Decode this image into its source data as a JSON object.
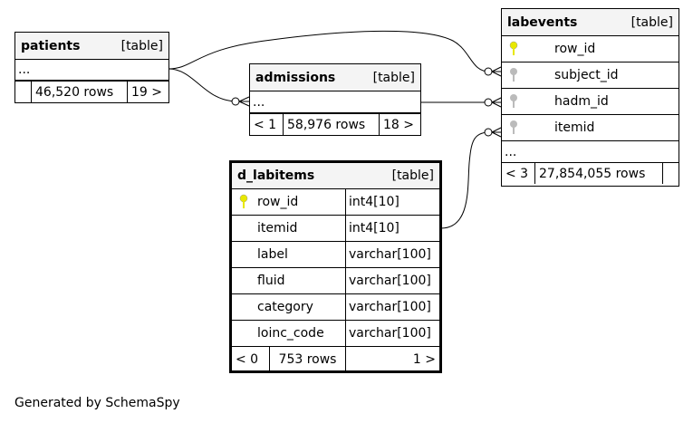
{
  "tables": {
    "patients": {
      "name": "patients",
      "kind": "[table]",
      "ellipsis": "...",
      "stats": {
        "left": "",
        "rows": "46,520 rows",
        "right": "19 >"
      }
    },
    "admissions": {
      "name": "admissions",
      "kind": "[table]",
      "ellipsis": "...",
      "stats": {
        "left": "< 1",
        "rows": "58,976 rows",
        "right": "18 >"
      }
    },
    "labevents": {
      "name": "labevents",
      "kind": "[table]",
      "columns": [
        {
          "name": "row_id",
          "key": "primary"
        },
        {
          "name": "subject_id",
          "key": "foreign"
        },
        {
          "name": "hadm_id",
          "key": "foreign"
        },
        {
          "name": "itemid",
          "key": "foreign"
        }
      ],
      "ellipsis": "...",
      "stats": {
        "left": "< 3",
        "rows": "27,854,055 rows",
        "right": ""
      }
    },
    "d_labitems": {
      "name": "d_labitems",
      "kind": "[table]",
      "columns": [
        {
          "name": "row_id",
          "type": "int4[10]",
          "key": "primary"
        },
        {
          "name": "itemid",
          "type": "int4[10]",
          "key": ""
        },
        {
          "name": "label",
          "type": "varchar[100]",
          "key": ""
        },
        {
          "name": "fluid",
          "type": "varchar[100]",
          "key": ""
        },
        {
          "name": "category",
          "type": "varchar[100]",
          "key": ""
        },
        {
          "name": "loinc_code",
          "type": "varchar[100]",
          "key": ""
        }
      ],
      "stats": {
        "left": "< 0",
        "rows": "753 rows",
        "right": "1 >"
      }
    }
  },
  "footer": "Generated by SchemaSpy",
  "colors": {
    "primary_key": "#e8e800",
    "foreign_key": "#bbbbbb",
    "header_bg": "#f4f4f4"
  }
}
